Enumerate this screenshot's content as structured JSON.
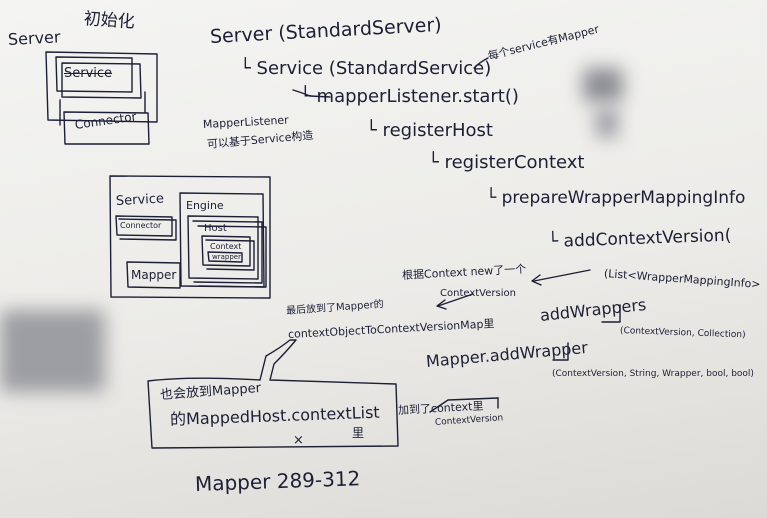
{
  "init_heading": "初始化",
  "topology": {
    "server": "Server",
    "service": "Service",
    "connector": "Connector"
  },
  "call_chain": {
    "server": "Server (StandardServer)",
    "service": "└ Service (StandardService)",
    "service_note": "每个service有Mapper",
    "mapper_listener_start": "└ mapperListener.start()",
    "register_host": "└ registerHost",
    "register_context": "└ registerContext",
    "prepare_wrapper": "└ prepareWrapperMappingInfo",
    "add_context_version": "└ addContextVersion("
  },
  "mapper_listener_note": {
    "line1": "MapperListener",
    "line2": "可以基于Service构造"
  },
  "container_diagram": {
    "service": "Service",
    "connector": "Connector",
    "mapper": "Mapper",
    "engine": "Engine",
    "host": "Host",
    "context": "Context",
    "wrapper": "wrapper"
  },
  "context_version": {
    "new_line1": "根据Context new了一个",
    "new_line2": "ContextVersion",
    "list_arg": "(List<WrapperMappingInfo>",
    "put_line1": "最后放到了Mapper的",
    "put_line2": "contextObjectToContextVersionMap里",
    "add_wrappers": "addWrappers",
    "add_wrappers_args": "(ContextVersion, Collection)",
    "mapper_add_wrapper": "Mapper.addWrapper",
    "mapper_add_wrapper_args": "(ContextVersion, String, Wrapper, bool, bool)"
  },
  "boxed_note": {
    "line1": "也会放到Mapper",
    "line2": "的MappedHost.contextList",
    "line2_end": "里",
    "side": "加到了context里",
    "side_sub": "ContextVersion"
  },
  "footer": "Mapper 289-312",
  "colors": {
    "ink": "#1c1f35",
    "paper": "#f1f0ee"
  }
}
